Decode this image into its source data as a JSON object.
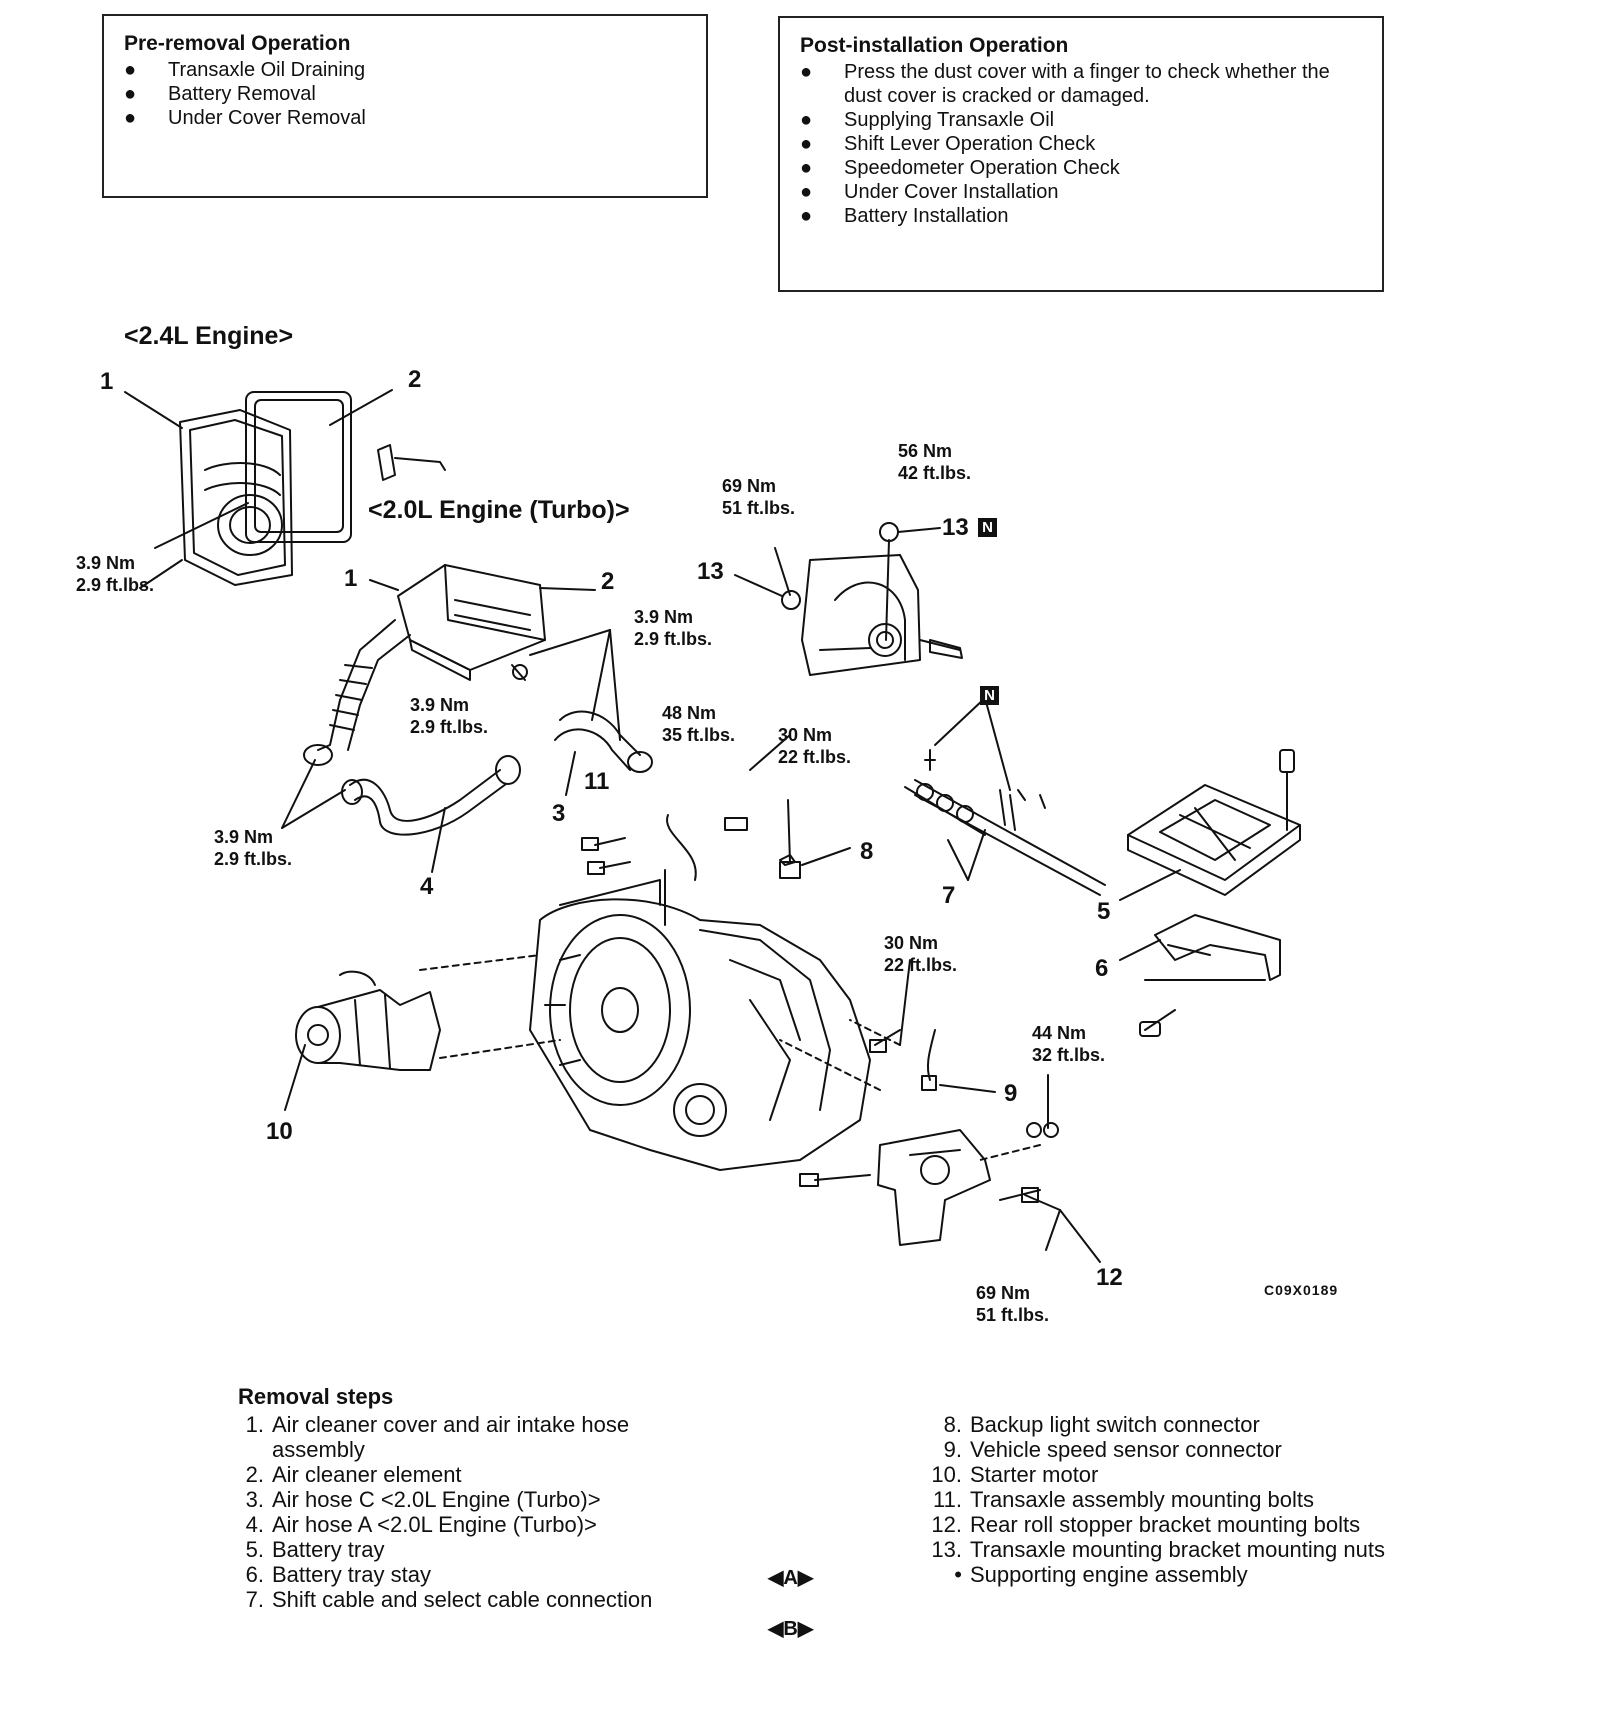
{
  "pre_removal": {
    "title": "Pre-removal Operation",
    "items": [
      "Transaxle Oil Draining",
      "Battery Removal",
      "Under Cover Removal"
    ]
  },
  "post_installation": {
    "title": "Post-installation Operation",
    "items": [
      "Press the dust cover with a finger to check whether the dust cover is cracked or damaged.",
      "Supplying Transaxle Oil",
      "Shift Lever Operation Check",
      "Speedometer Operation Check",
      "Under Cover Installation",
      "Battery Installation"
    ]
  },
  "diagram": {
    "engine_24": "<2.4L Engine>",
    "engine_20t": "<2.0L Engine (Turbo)>",
    "part_numbers": [
      "1",
      "2",
      "1",
      "2",
      "3",
      "4",
      "5",
      "6",
      "7",
      "8",
      "9",
      "10",
      "11",
      "12",
      "13",
      "13"
    ],
    "torques": {
      "t_39_nm": "3.9 Nm",
      "t_29_ft": "2.9 ft.lbs.",
      "t_69_nm": "69 Nm",
      "t_51_ft": "51 ft.lbs.",
      "t_56_nm": "56 Nm",
      "t_42_ft": "42 ft.lbs.",
      "t_48_nm": "48 Nm",
      "t_35_ft": "35 ft.lbs.",
      "t_30_nm": "30 Nm",
      "t_22_ft": "22 ft.lbs.",
      "t_44_nm": "44 Nm",
      "t_32_ft": "32 ft.lbs."
    },
    "n_badge": "N",
    "figure_code": "C09X0189"
  },
  "removal": {
    "title": "Removal steps",
    "left": [
      {
        "n": "1.",
        "t": "Air cleaner cover and air intake hose assembly"
      },
      {
        "n": "2.",
        "t": "Air cleaner element"
      },
      {
        "n": "3.",
        "t": "Air hose C <2.0L Engine (Turbo)>"
      },
      {
        "n": "4.",
        "t": "Air hose A <2.0L Engine (Turbo)>"
      },
      {
        "n": "5.",
        "t": "Battery tray"
      },
      {
        "n": "6.",
        "t": "Battery tray stay"
      },
      {
        "n": "7.",
        "t": "Shift cable and select cable connection"
      }
    ],
    "right": [
      {
        "n": "8.",
        "t": "Backup light switch connector"
      },
      {
        "n": "9.",
        "t": "Vehicle speed sensor connector"
      },
      {
        "n": "10.",
        "t": "Starter motor"
      },
      {
        "n": "11.",
        "t": "Transaxle assembly mounting bolts"
      },
      {
        "n": "12.",
        "t": "Rear roll stopper bracket mounting bolts"
      },
      {
        "n": "13.",
        "t": "Transaxle mounting bracket mounting nuts"
      },
      {
        "n": "•",
        "t": "Supporting engine assembly"
      }
    ],
    "marker_a": "◀A▶",
    "marker_b": "◀B▶"
  }
}
